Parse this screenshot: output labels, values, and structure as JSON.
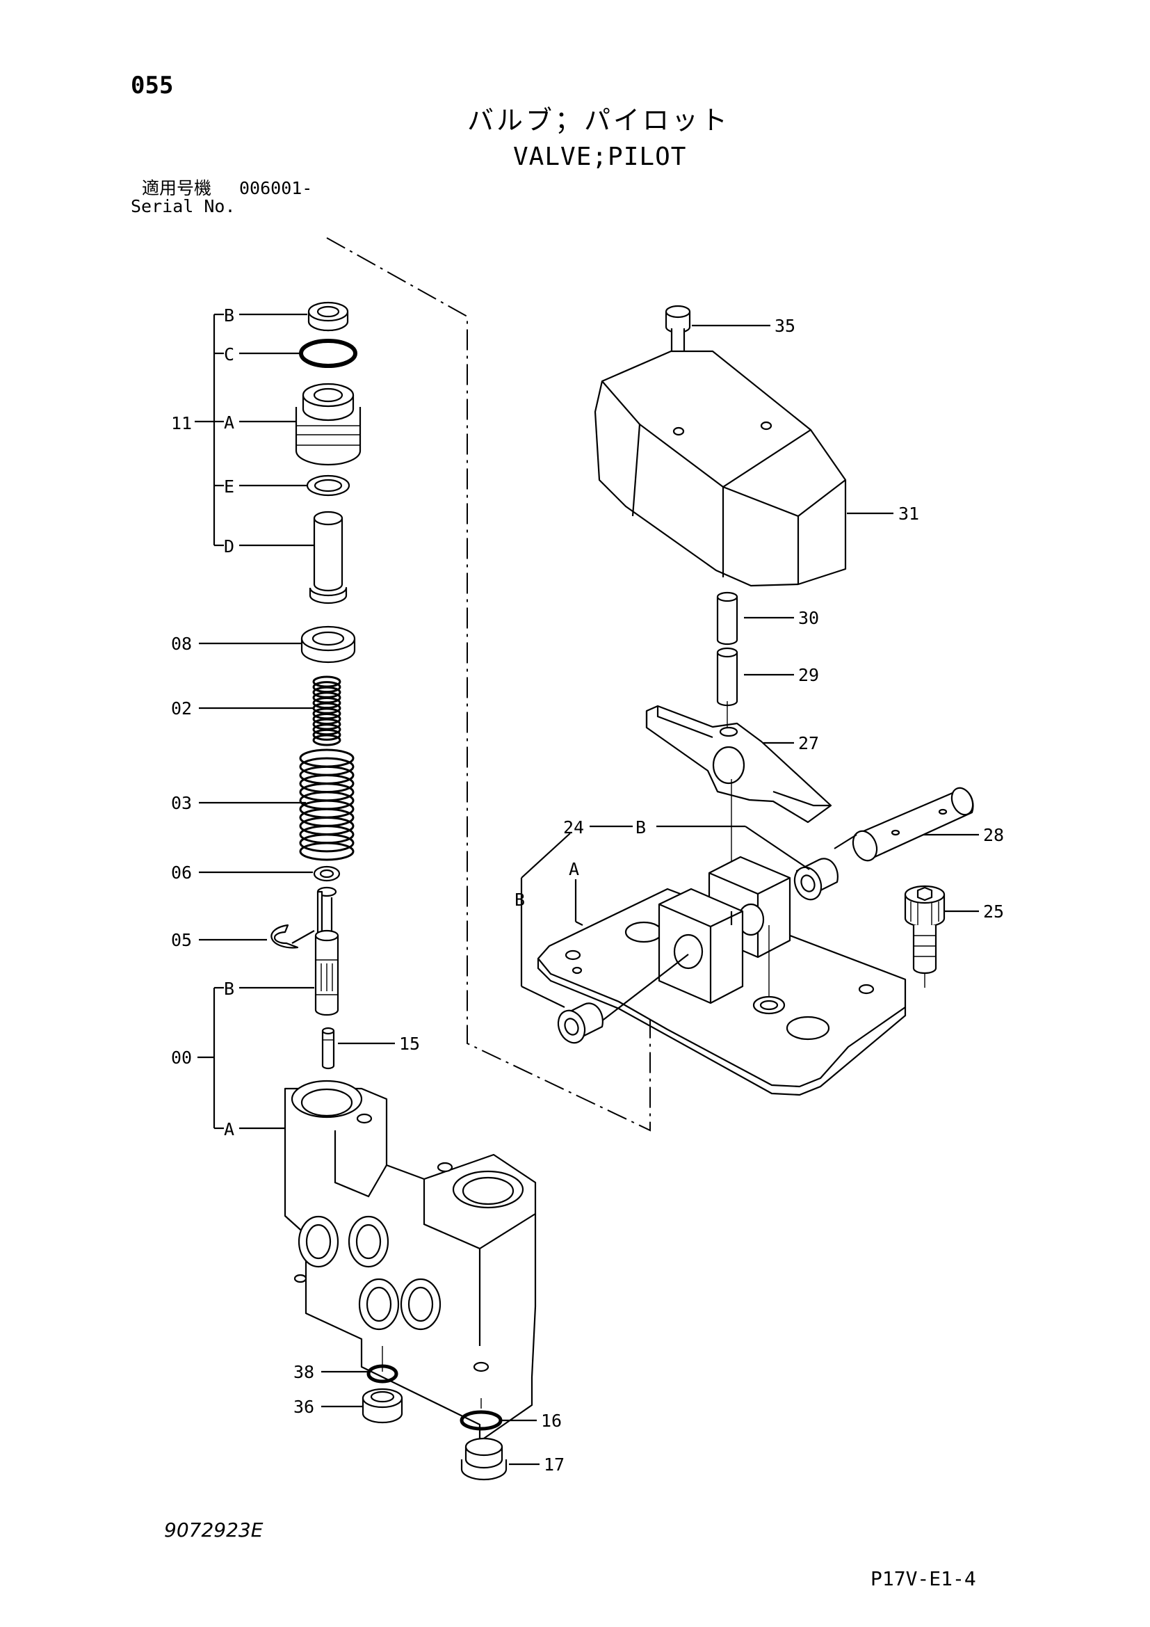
{
  "header": {
    "page_number": "055",
    "title_jp": "バルブ；パイロット",
    "title_en": "VALVE;PILOT",
    "serial_label_jp": "適用号機",
    "serial_value": "006001-",
    "serial_label_en": "Serial No."
  },
  "callouts": {
    "c11": "11",
    "c08": "08",
    "c02": "02",
    "c03": "03",
    "c06": "06",
    "c05": "05",
    "c00": "00",
    "c15": "15",
    "c38": "38",
    "c36": "36",
    "c16": "16",
    "c17": "17",
    "c35": "35",
    "c31": "31",
    "c30": "30",
    "c29": "29",
    "c27": "27",
    "c28": "28",
    "c24": "24",
    "c25": "25"
  },
  "sub_labels": {
    "g11_b": "B",
    "g11_c": "C",
    "g11_a": "A",
    "g11_e": "E",
    "g11_d": "D",
    "g00_b": "B",
    "g00_a": "A",
    "g24_a": "A",
    "g24_b_top": "B",
    "g24_b_side": "B"
  },
  "footer": {
    "drawing_code": "9072923E",
    "sheet_ref": "P17V-E1-4"
  }
}
